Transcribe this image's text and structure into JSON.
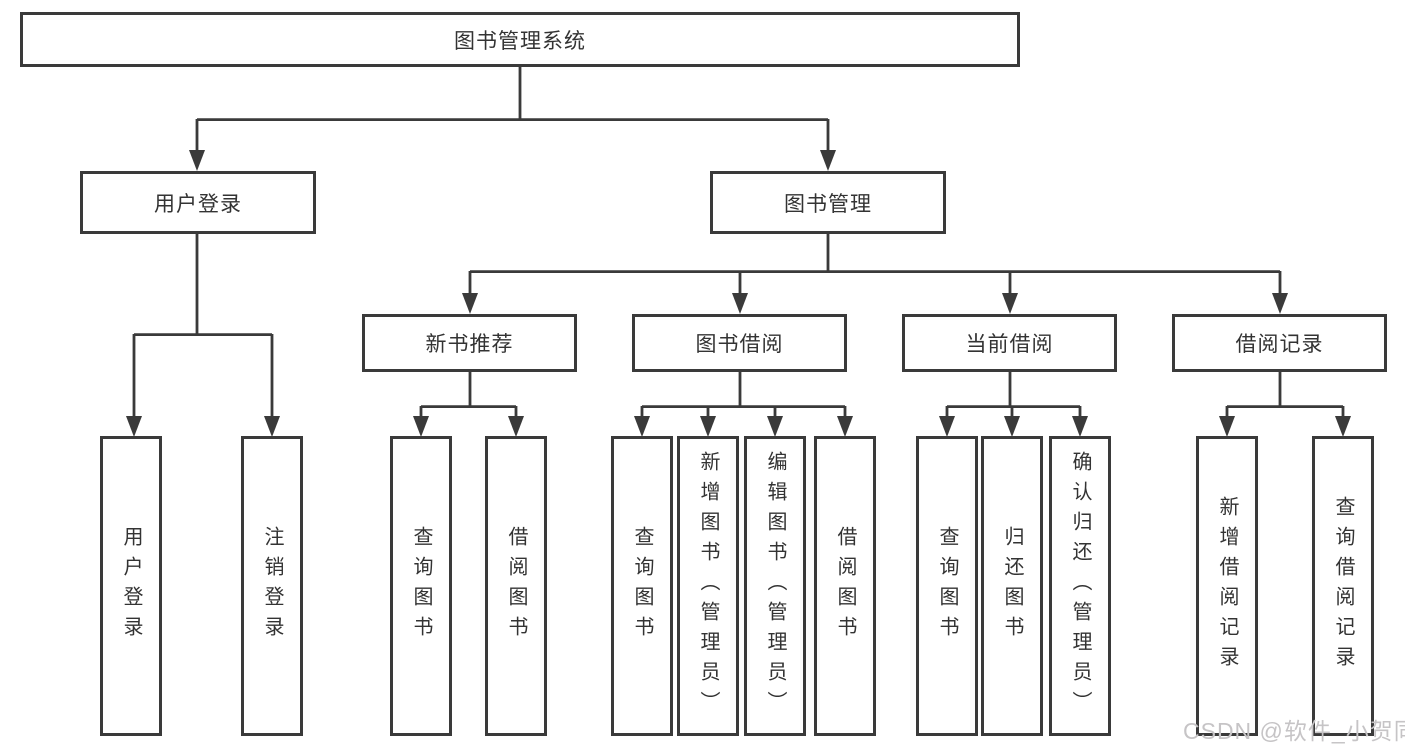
{
  "diagram": {
    "title": "图书管理系统",
    "root": {
      "label": "图书管理系统"
    },
    "level2": [
      {
        "id": "user-login",
        "label": "用户登录"
      },
      {
        "id": "book-management",
        "label": "图书管理"
      }
    ],
    "level3": [
      {
        "id": "new-book-recommendation",
        "label": "新书推荐",
        "parent": "book-management"
      },
      {
        "id": "book-borrowing",
        "label": "图书借阅",
        "parent": "book-management"
      },
      {
        "id": "current-borrowing",
        "label": "当前借阅",
        "parent": "book-management"
      },
      {
        "id": "borrowing-records",
        "label": "借阅记录",
        "parent": "book-management"
      }
    ],
    "leaves": [
      {
        "id": "user-login",
        "label": "用户登录",
        "parent": "user-login"
      },
      {
        "id": "logout",
        "label": "注销登录",
        "parent": "user-login"
      },
      {
        "id": "query-books-1",
        "label": "查询图书",
        "parent": "new-book-recommendation"
      },
      {
        "id": "borrow-books-1",
        "label": "借阅图书",
        "parent": "new-book-recommendation"
      },
      {
        "id": "query-books-2",
        "label": "查询图书",
        "parent": "book-borrowing"
      },
      {
        "id": "add-books-admin",
        "label": "新增图书（管理员）",
        "parent": "book-borrowing"
      },
      {
        "id": "edit-books-admin",
        "label": "编辑图书（管理员）",
        "parent": "book-borrowing"
      },
      {
        "id": "borrow-books-2",
        "label": "借阅图书",
        "parent": "book-borrowing"
      },
      {
        "id": "query-books-3",
        "label": "查询图书",
        "parent": "current-borrowing"
      },
      {
        "id": "return-books",
        "label": "归还图书",
        "parent": "current-borrowing"
      },
      {
        "id": "confirm-return-admin",
        "label": "确认归还（管理员）",
        "parent": "current-borrowing"
      },
      {
        "id": "add-borrow-record",
        "label": "新增借阅记录",
        "parent": "borrowing-records"
      },
      {
        "id": "query-borrow-record",
        "label": "查询借阅记录",
        "parent": "borrowing-records"
      }
    ]
  },
  "watermark": {
    "text": "CSDN @软件_小贺同学"
  },
  "colors": {
    "line": "#3a3a3a",
    "text": "#333333",
    "background": "#ffffff",
    "watermark": "#c6c4c6"
  }
}
